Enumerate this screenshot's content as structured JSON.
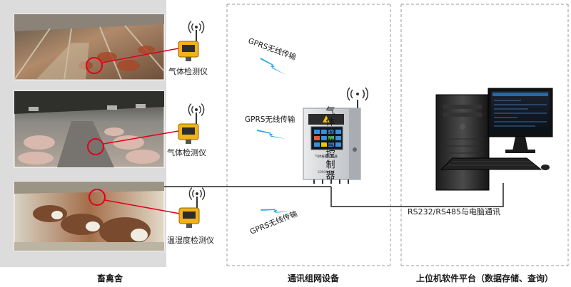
{
  "sections": {
    "barn": {
      "title": "畜禽舍"
    },
    "network": {
      "title": "通讯组网设备"
    },
    "platform": {
      "title": "上位机软件平台（数据存储、查询）"
    }
  },
  "sensors": [
    {
      "label": "气体检测仪"
    },
    {
      "label": "气体检测仪"
    },
    {
      "label": "温湿度检测仪"
    }
  ],
  "wireless": [
    {
      "label": "GPRS无线传输"
    },
    {
      "label": "GPRS无线传输"
    },
    {
      "label": "GPRS无线传输"
    }
  ],
  "controller": {
    "label": "气体报警控制器",
    "panel_title": "气体报警控制器",
    "brand": "SOSON TOE"
  },
  "link": {
    "label": "RS232/RS485与电脑通讯"
  },
  "colors": {
    "panel_bg": "#dcdcdc",
    "divider": "#9a9a9a",
    "sensor_body": "#f2b21a",
    "lightning": "#27a8df",
    "red_line": "#e2001a",
    "wire": "#222222"
  }
}
